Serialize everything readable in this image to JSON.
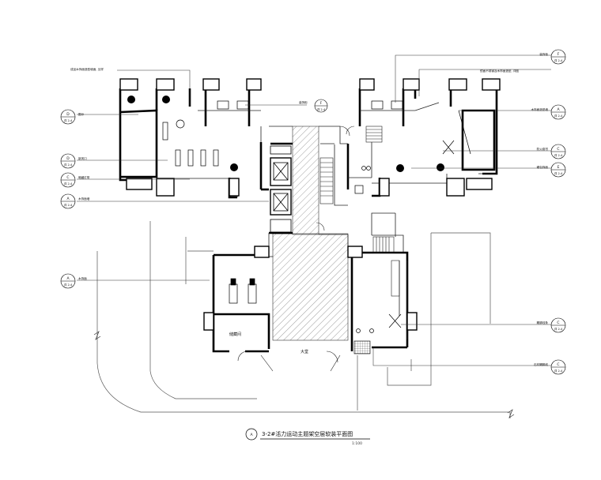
{
  "callouts_left": [
    {
      "id": "left-1",
      "letter": "D",
      "sheet": "详 2-4",
      "text": "图示"
    },
    {
      "id": "left-2",
      "letter": "D",
      "sheet": "详 2-4",
      "text": "新风口"
    },
    {
      "id": "left-3",
      "letter": "C",
      "sheet": "详 2-4",
      "text": "暗藏灯带"
    },
    {
      "id": "left-4",
      "letter": "A",
      "sheet": "详 2-4",
      "text": "木饰面墙"
    },
    {
      "id": "left-5",
      "letter": "A",
      "sheet": "详 2-4",
      "text": "木饰面"
    }
  ],
  "callouts_right": [
    {
      "id": "right-1",
      "letter": "F",
      "sheet": "详 2-4",
      "text": "装饰柜"
    },
    {
      "id": "right-2",
      "letter": "A",
      "sheet": "详 2-4",
      "text": "木饰面造型墙"
    },
    {
      "id": "right-3",
      "letter": "C",
      "sheet": "详 2-4",
      "text": "防火卷帘"
    },
    {
      "id": "right-4",
      "letter": "E",
      "sheet": "详 2-4",
      "text": "硬包饰面"
    },
    {
      "id": "right-5",
      "letter": "C",
      "sheet": "详 2-4",
      "text": "踢脚线条"
    },
    {
      "id": "right-6",
      "letter": "C",
      "sheet": "详 2-4",
      "text": "石材踢脚线"
    }
  ],
  "top_notes": {
    "left": "成品木饰面造型墙面, 见样",
    "right": "镜面不锈钢及木饰面造型, 详图",
    "mid_tag": "装饰柜",
    "mid_letter": "F",
    "mid_sheet": "详 2-4"
  },
  "rooms": {
    "lobby": "大堂",
    "store": "储藏间"
  },
  "title": {
    "letter": "A",
    "main": "3-2#活力运动主题架空层软装平面图",
    "scale": "1:100"
  }
}
